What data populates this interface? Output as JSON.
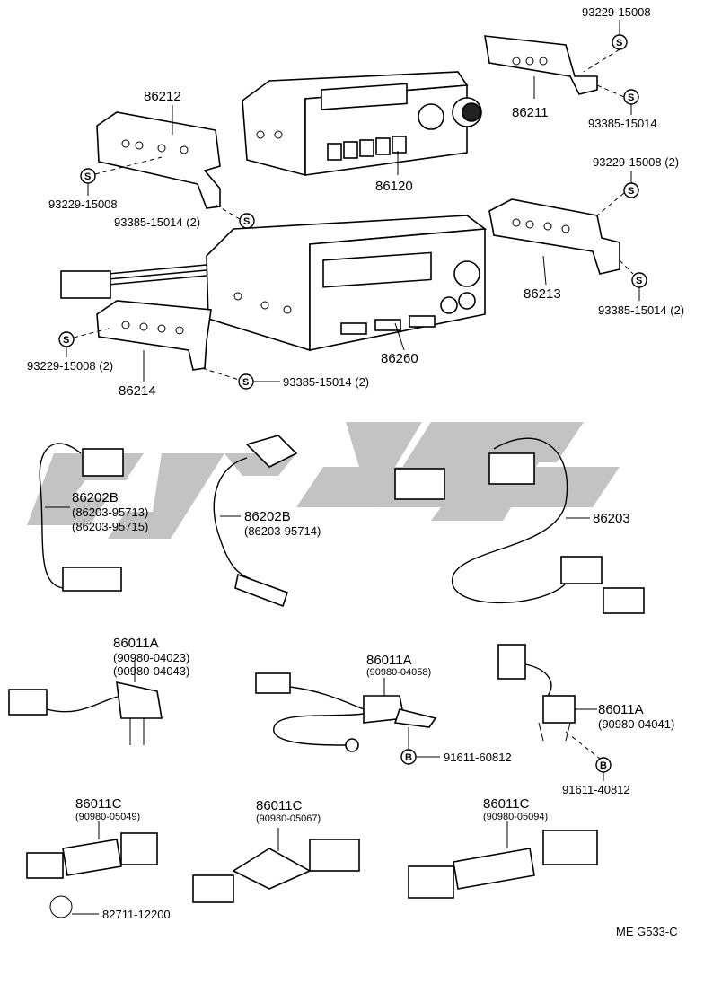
{
  "labels": {
    "p_93229_15008_top": "93229-15008",
    "p_86211": "86211",
    "p_93385_15014_top": "93385-15014",
    "p_86212": "86212",
    "p_93229_15008_left": "93229-15008",
    "p_93385_15014_2_left": "93385-15014 (2)",
    "p_86120": "86120",
    "p_93229_15008_2_right": "93229-15008 (2)",
    "p_86213": "86213",
    "p_93385_15014_2_right": "93385-15014 (2)",
    "p_86260": "86260",
    "p_93229_15008_2_left": "93229-15008 (2)",
    "p_86214": "86214",
    "p_93385_15014_2_bottom": "93385-15014 (2)",
    "p_86202B_a": "86202B",
    "p_86203_95713": "(86203-95713)",
    "p_86203_95715": "(86203-95715)",
    "p_86202B_b": "86202B",
    "p_86203_95714": "(86203-95714)",
    "p_86203": "86203",
    "p_86011A_a": "86011A",
    "p_90980_04023": "(90980-04023)",
    "p_90980_04043": "(90980-04043)",
    "p_86011A_b": "86011A",
    "p_90980_04058": "(90980-04058)",
    "p_91611_60812": "91611-60812",
    "p_86011A_c": "86011A",
    "p_90980_04041": "(90980-04041)",
    "p_91611_40812": "91611-40812",
    "p_86011C_a": "86011C",
    "p_90980_05049": "(90980-05049)",
    "p_86011C_b": "86011C",
    "p_90980_05067": "(90980-05067)",
    "p_86011C_c": "86011C",
    "p_90980_05094": "(90980-05094)",
    "p_82711_12200": "82711-12200",
    "footer_code": "ME  G533-C"
  },
  "symbols": {
    "screw": "S",
    "bolt": "B"
  },
  "colors": {
    "ink": "#000000",
    "watermark": "#bdbdbd"
  }
}
